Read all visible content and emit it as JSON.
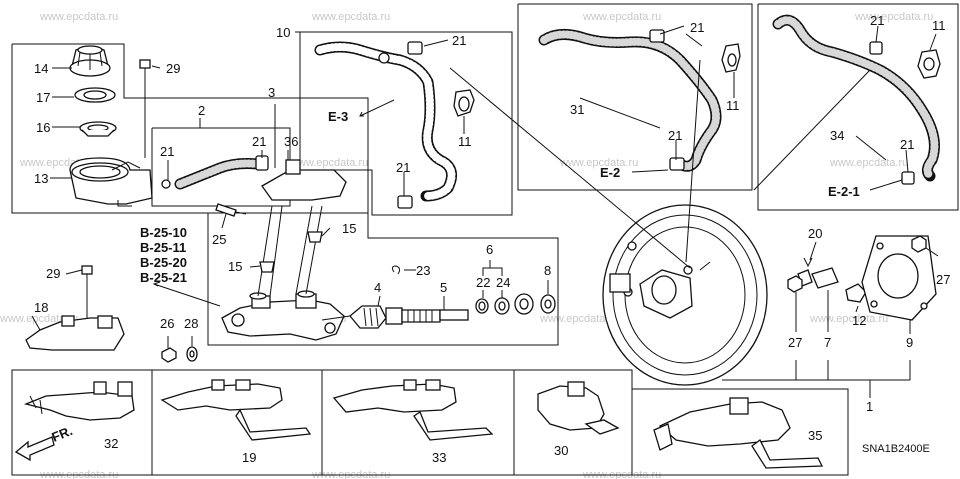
{
  "watermark": "www.epcdata.ru",
  "diagram_code": "SNA1B2400E",
  "direction_label": "FR.",
  "refs": {
    "e3": "E-3",
    "e2": "E-2",
    "e21": "E-2-1",
    "b2510": "B-25-10",
    "b2511": "B-25-11",
    "b2520": "B-25-20",
    "b2521": "B-25-21"
  },
  "part_numbers": {
    "n1": "1",
    "n2": "2",
    "n3": "3",
    "n4": "4",
    "n5": "5",
    "n6": "6",
    "n7": "7",
    "n8": "8",
    "n9": "9",
    "n10": "10",
    "n11": "11",
    "n12": "12",
    "n13": "13",
    "n14": "14",
    "n15": "15",
    "n16": "16",
    "n17": "17",
    "n18": "18",
    "n19": "19",
    "n20": "20",
    "n21": "21",
    "n22": "22",
    "n23": "23",
    "n24": "24",
    "n25": "25",
    "n26": "26",
    "n27": "27",
    "n28": "28",
    "n29": "29",
    "n30": "30",
    "n31": "31",
    "n32": "32",
    "n33": "33",
    "n34": "34",
    "n35": "35",
    "n36": "36"
  }
}
